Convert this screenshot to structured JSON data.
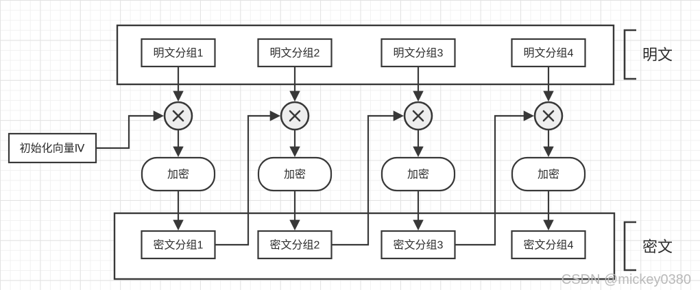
{
  "diagram": {
    "plaintext_container_label": "明文",
    "ciphertext_container_label": "密文",
    "iv_box": {
      "label": "初始化向量Ⅳ"
    },
    "plaintext_blocks": [
      {
        "label": "明文分组1"
      },
      {
        "label": "明文分组2"
      },
      {
        "label": "明文分组3"
      },
      {
        "label": "明文分组4"
      }
    ],
    "encrypt_nodes": [
      {
        "label": "加密"
      },
      {
        "label": "加密"
      },
      {
        "label": "加密"
      },
      {
        "label": "加密"
      }
    ],
    "ciphertext_blocks": [
      {
        "label": "密文分组1"
      },
      {
        "label": "密文分组2"
      },
      {
        "label": "密文分组3"
      },
      {
        "label": "密文分组4"
      }
    ],
    "icons": {
      "xor": "circle-cross-xor"
    }
  },
  "watermark": "CSDN @mickey0380",
  "colors": {
    "stroke": "#383838",
    "node_fill": "#ffffff",
    "xor_fill": "#eeeeee",
    "grid_minor": "#f1f1f1",
    "grid_major": "#e2e2e2",
    "watermark_text": "#b9b9b9",
    "background": "#ffffff"
  }
}
